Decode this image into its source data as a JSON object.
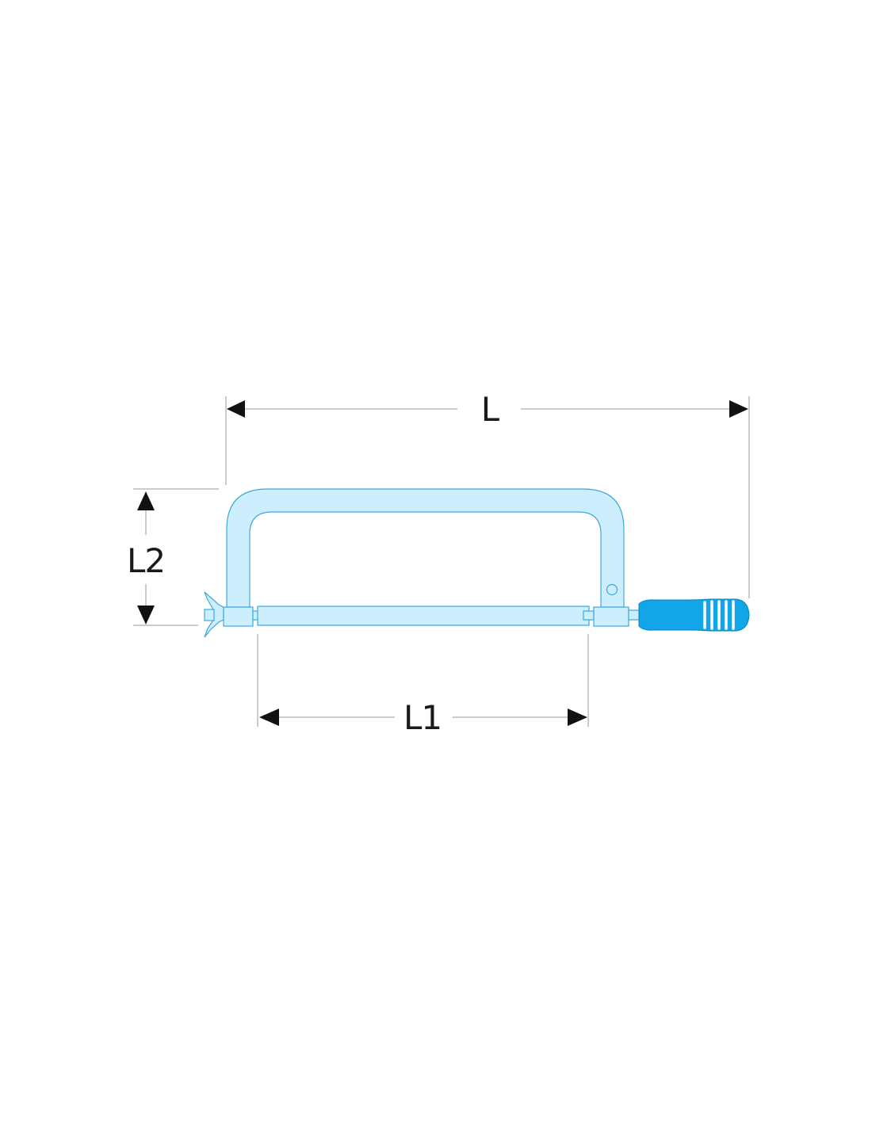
{
  "dimensions": {
    "overall_length_label": "L",
    "blade_length_label": "L1",
    "height_label": "L2"
  },
  "colors": {
    "frame_fill": "#cdeefc",
    "frame_outline": "#3aa9e0",
    "handle_fill": "#12a5e8",
    "handle_stripes": "#ffffff",
    "arrows": "#111111",
    "dimension_lines": "#9a9a9a"
  }
}
